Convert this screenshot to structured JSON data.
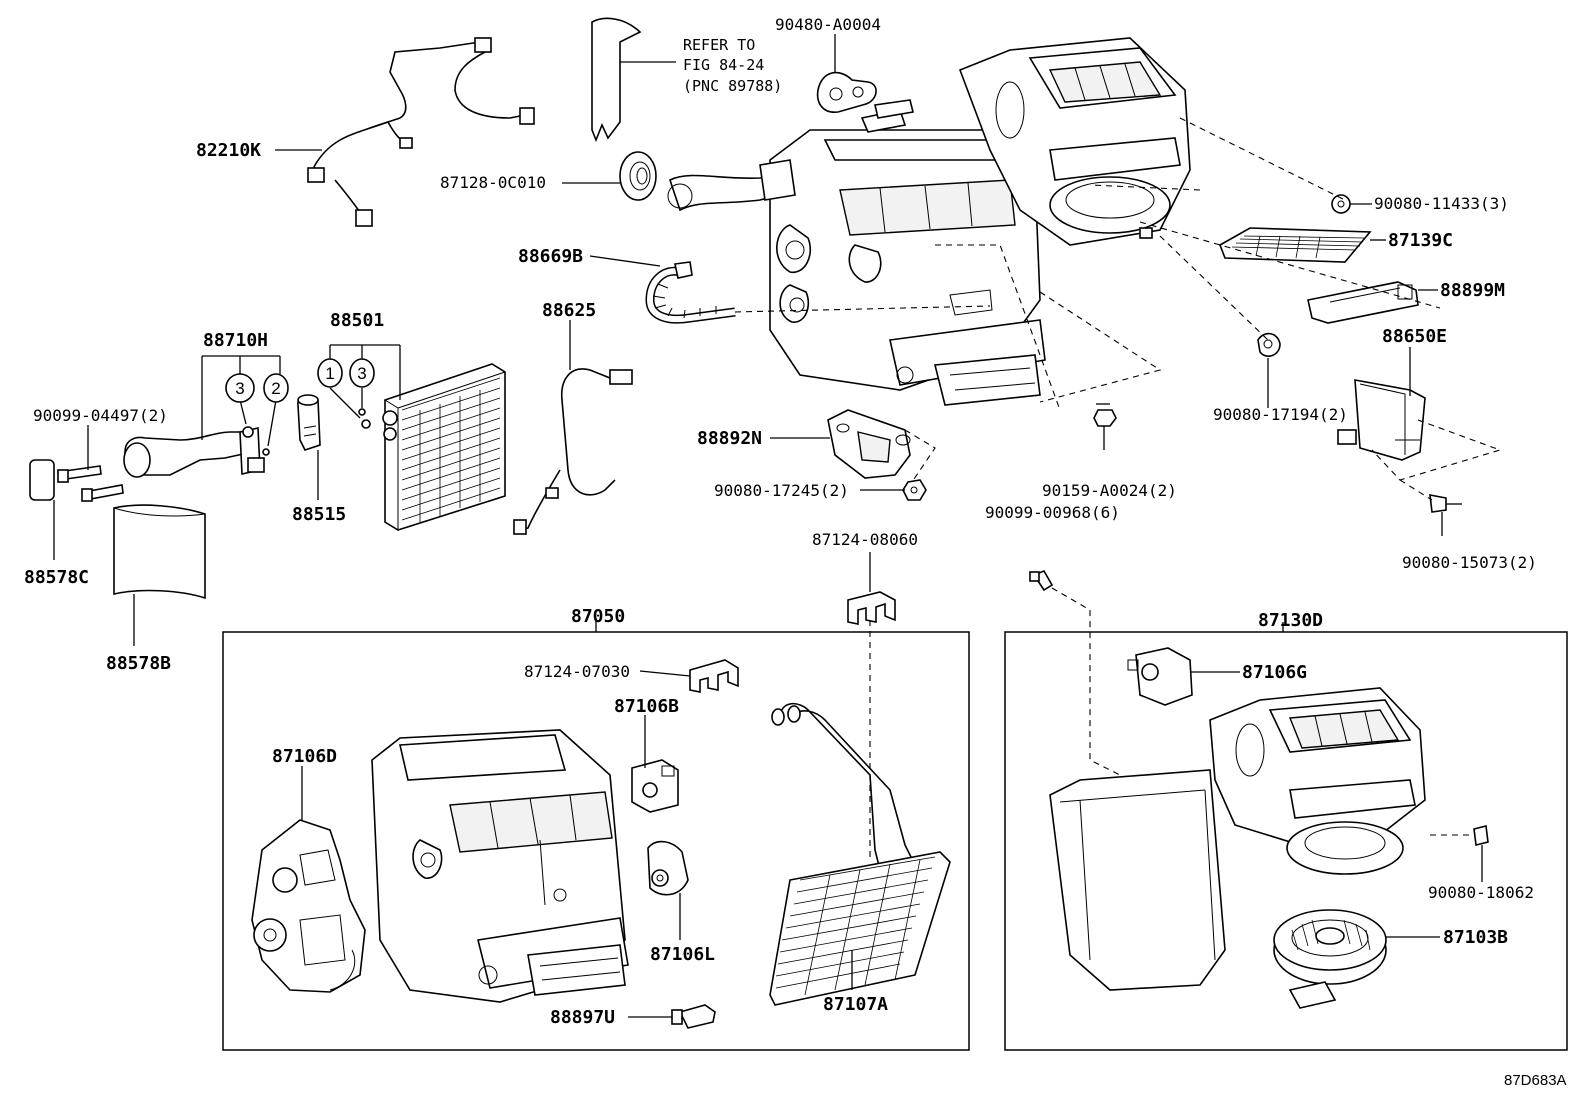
{
  "diagram_id": "87D683A",
  "note": {
    "line1": "REFER TO",
    "line2": "FIG 84-24",
    "line3": "(PNC 89788)"
  },
  "groups": {
    "heater_unit": "87050",
    "blower_unit": "87130D"
  },
  "circles": {
    "a": "3",
    "b": "2",
    "c": "1",
    "d": "3"
  },
  "parts": {
    "p90480": "90480-A0004",
    "p82210K": "82210K",
    "p87128": "87128-0C010",
    "p90080_11433": "90080-11433(3)",
    "p87139C": "87139C",
    "p88899M": "88899M",
    "p88669B": "88669B",
    "p88625": "88625",
    "p88501": "88501",
    "p88710H": "88710H",
    "p90099_04497": "90099-04497(2)",
    "p88515": "88515",
    "p88578C": "88578C",
    "p88578B": "88578B",
    "p88650E": "88650E",
    "p90080_17194": "90080-17194(2)",
    "p88892N": "88892N",
    "p90080_17245": "90080-17245(2)",
    "p90159": "90159-A0024(2)",
    "p90099_00968": "90099-00968(6)",
    "p90080_15073": "90080-15073(2)",
    "p87124_08060": "87124-08060",
    "p87124_07030": "87124-07030",
    "p87106B": "87106B",
    "p87106D": "87106D",
    "p87106L": "87106L",
    "p87107A": "87107A",
    "p88897U": "88897U",
    "p87106G": "87106G",
    "p90080_18062": "90080-18062",
    "p87103B": "87103B"
  }
}
